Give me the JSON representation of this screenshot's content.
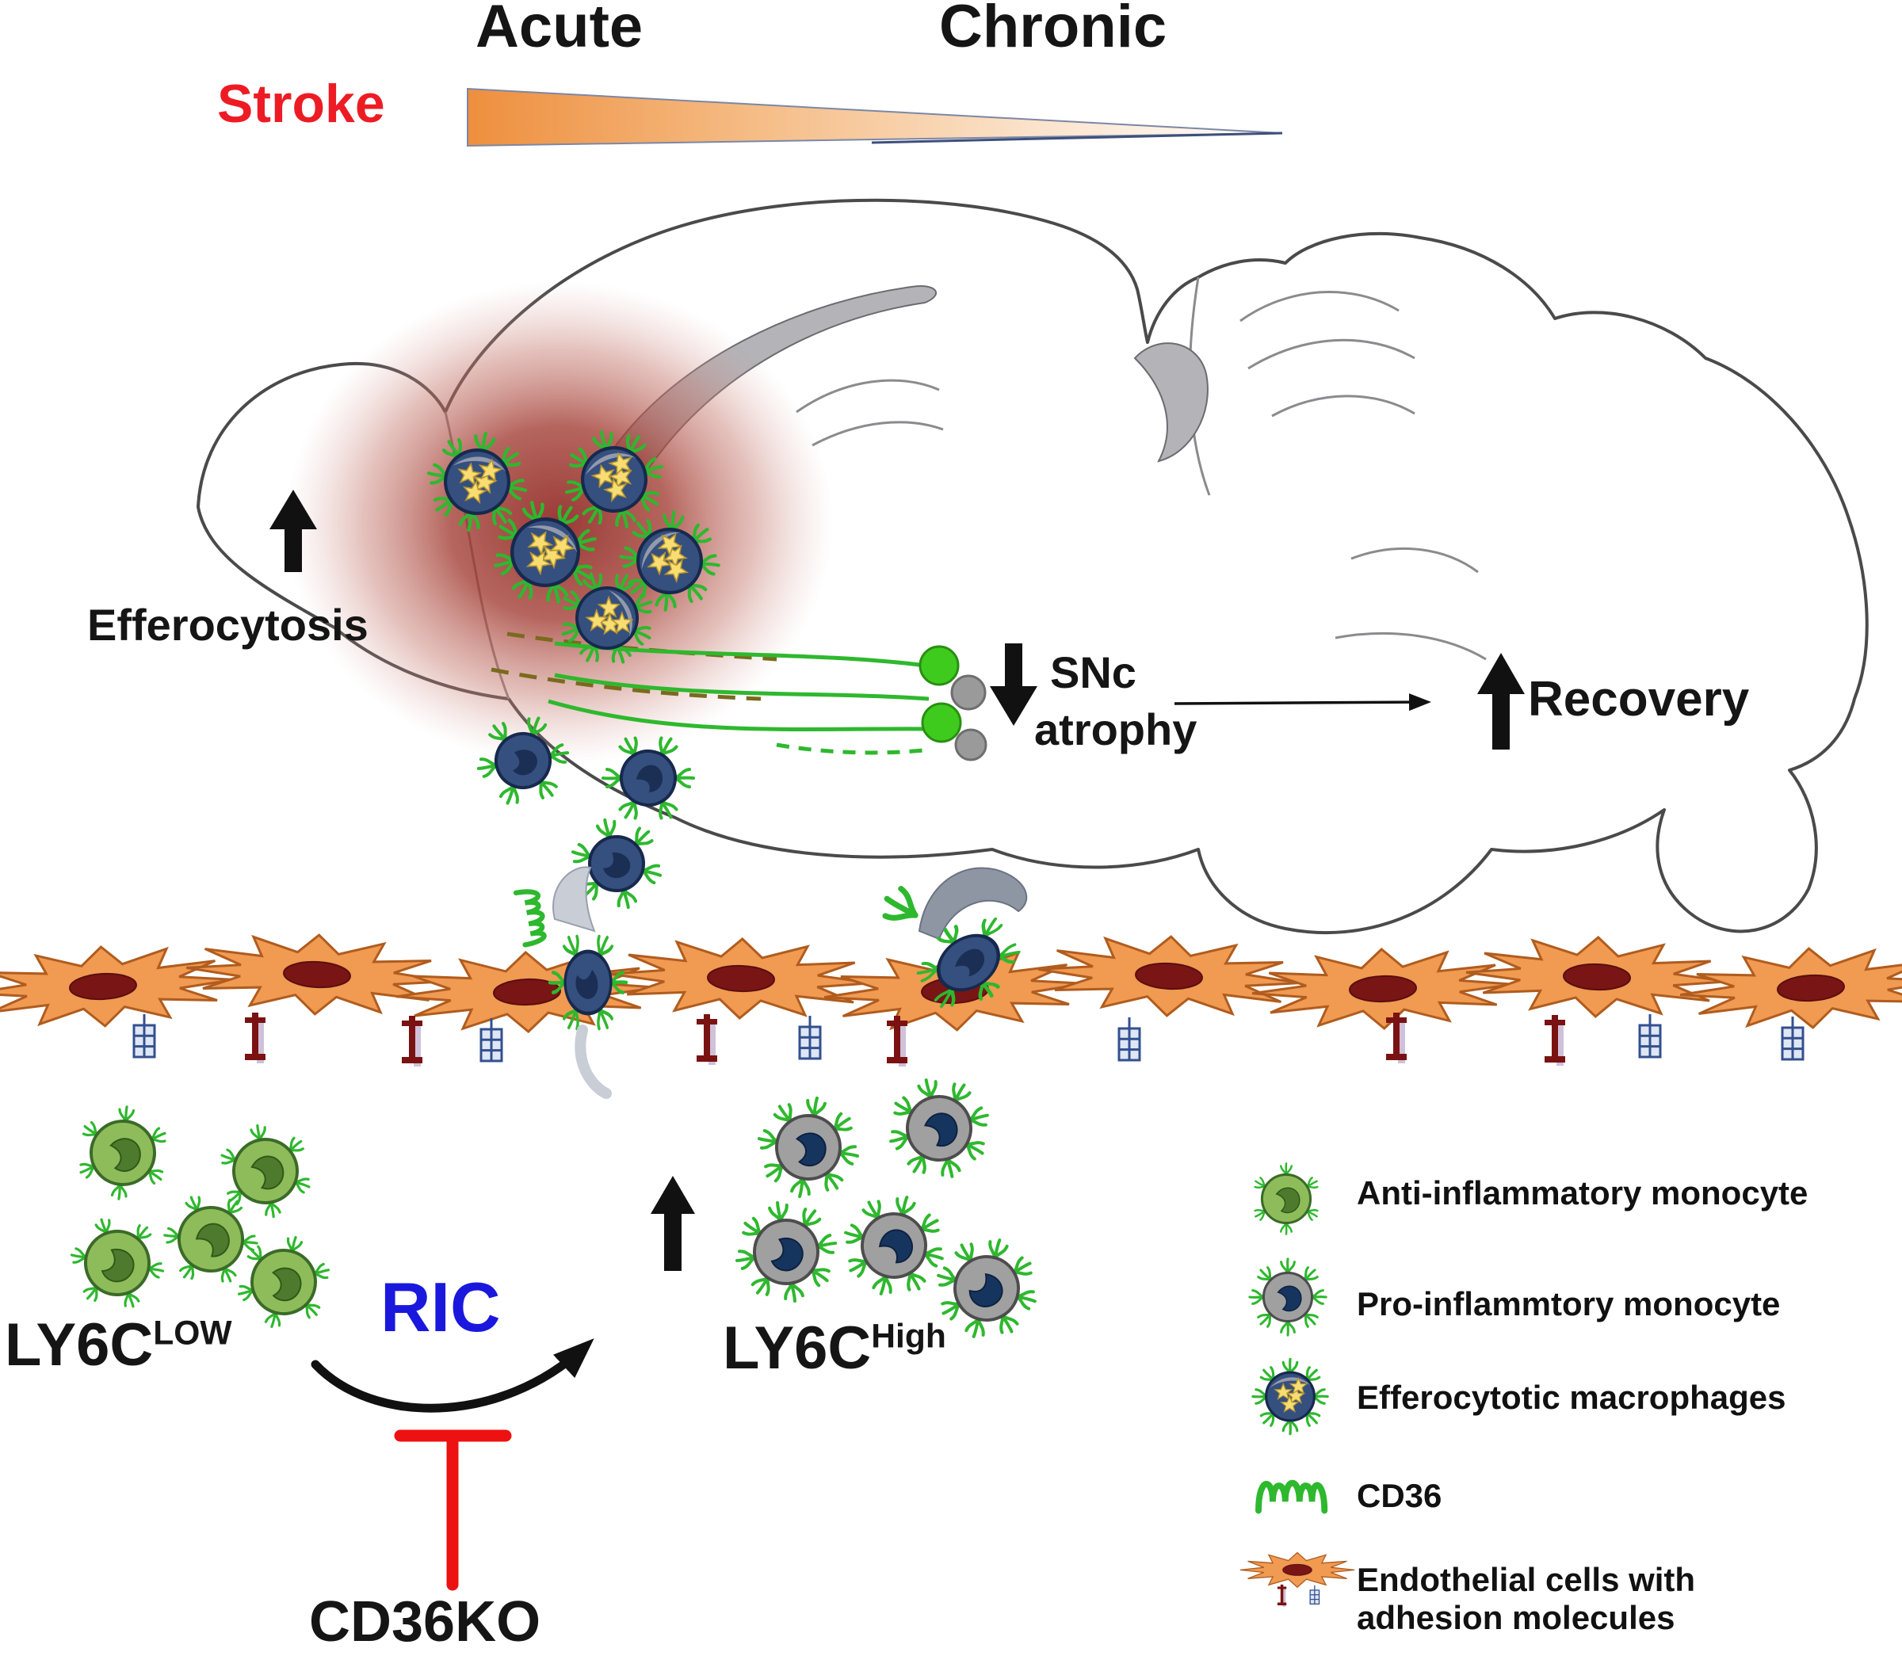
{
  "header": {
    "acute": "Acute",
    "chronic": "Chronic",
    "stroke": "Stroke"
  },
  "brain": {
    "efferocytosis": "Efferocytosis",
    "snc": "SNc",
    "atrophy": "atrophy",
    "recovery": "Recovery"
  },
  "pathway": {
    "ly6c_low_base": "LY6C",
    "ly6c_low_sup": "LOW",
    "ric": "RIC",
    "cd36ko": "CD36KO",
    "ly6c_high_base": "LY6C",
    "ly6c_high_sup": "High"
  },
  "legend": {
    "items": [
      {
        "icon": "anti-inflammatory-monocyte-icon",
        "label": "Anti-inflammatory monocyte"
      },
      {
        "icon": "pro-inflammatory-monocyte-icon",
        "label": "Pro-inflammtory monocyte"
      },
      {
        "icon": "efferocytotic-macrophage-icon",
        "label": "Efferocytotic macrophages"
      },
      {
        "icon": "cd36-icon",
        "label": "CD36"
      },
      {
        "icon": "endothelial-cell-icon",
        "label": "Endothelial cells  with",
        "label2": "adhesion molecules"
      }
    ]
  },
  "colors": {
    "stroke_red": "#ed1c24",
    "ric_blue": "#1a18dd",
    "inhibit_red": "#ee1111",
    "lesion_red": "#9c2a22",
    "cd36_green": "#2eb82e",
    "endothelial_orange": "#f09a52",
    "macrophage_navy": "#35507f",
    "anti_monocyte_green": "#8fbc5a",
    "pro_monocyte_gray": "#a0a0a0"
  }
}
